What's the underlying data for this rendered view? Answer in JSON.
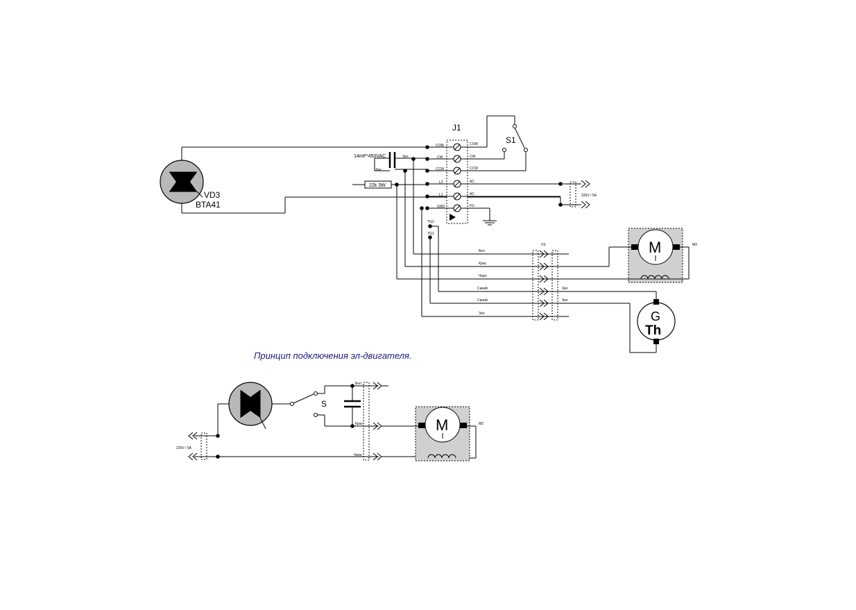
{
  "caption": "Принцип подключения эл-двигателя.",
  "components": {
    "triac_designator": "VD3",
    "triac_model": "BTA41",
    "connector": "J1",
    "switch_top": "S1",
    "switch_bottom": "S",
    "capacitor_label": "14mF*450VAC",
    "resistor_label": "22k 3W",
    "motor_letter": "M",
    "motor_designator_top": "M3",
    "motor_designator_bottom": "M2",
    "tacho_letter_g": "G",
    "tacho_letter_th": "Th",
    "mains_top": "220V / 5A",
    "mains_bottom": "220V / 5A",
    "harness_label": "VS"
  },
  "connector_left_pins": [
    "COM",
    "CW",
    "CCW",
    "L2",
    "L1",
    "GND"
  ],
  "connector_right_pins": [
    "COM",
    "CW",
    "CCW",
    "AC",
    "AC",
    "FG"
  ],
  "wire_labels": {
    "cap_a": "Зел",
    "cap_b": "Зел",
    "tg2": "TG2",
    "tg1": "TG1",
    "bel": "Бел",
    "kras": "Крас",
    "chern": "Черн",
    "siniy1": "Синий",
    "siniy2": "Синий",
    "zel_bottom": "Зел",
    "zel_r1": "Зел",
    "zel_r2": "Зел"
  },
  "bottom_wire_labels": {
    "bel": "Бел",
    "kras": "Крас",
    "chern": "Черн"
  }
}
